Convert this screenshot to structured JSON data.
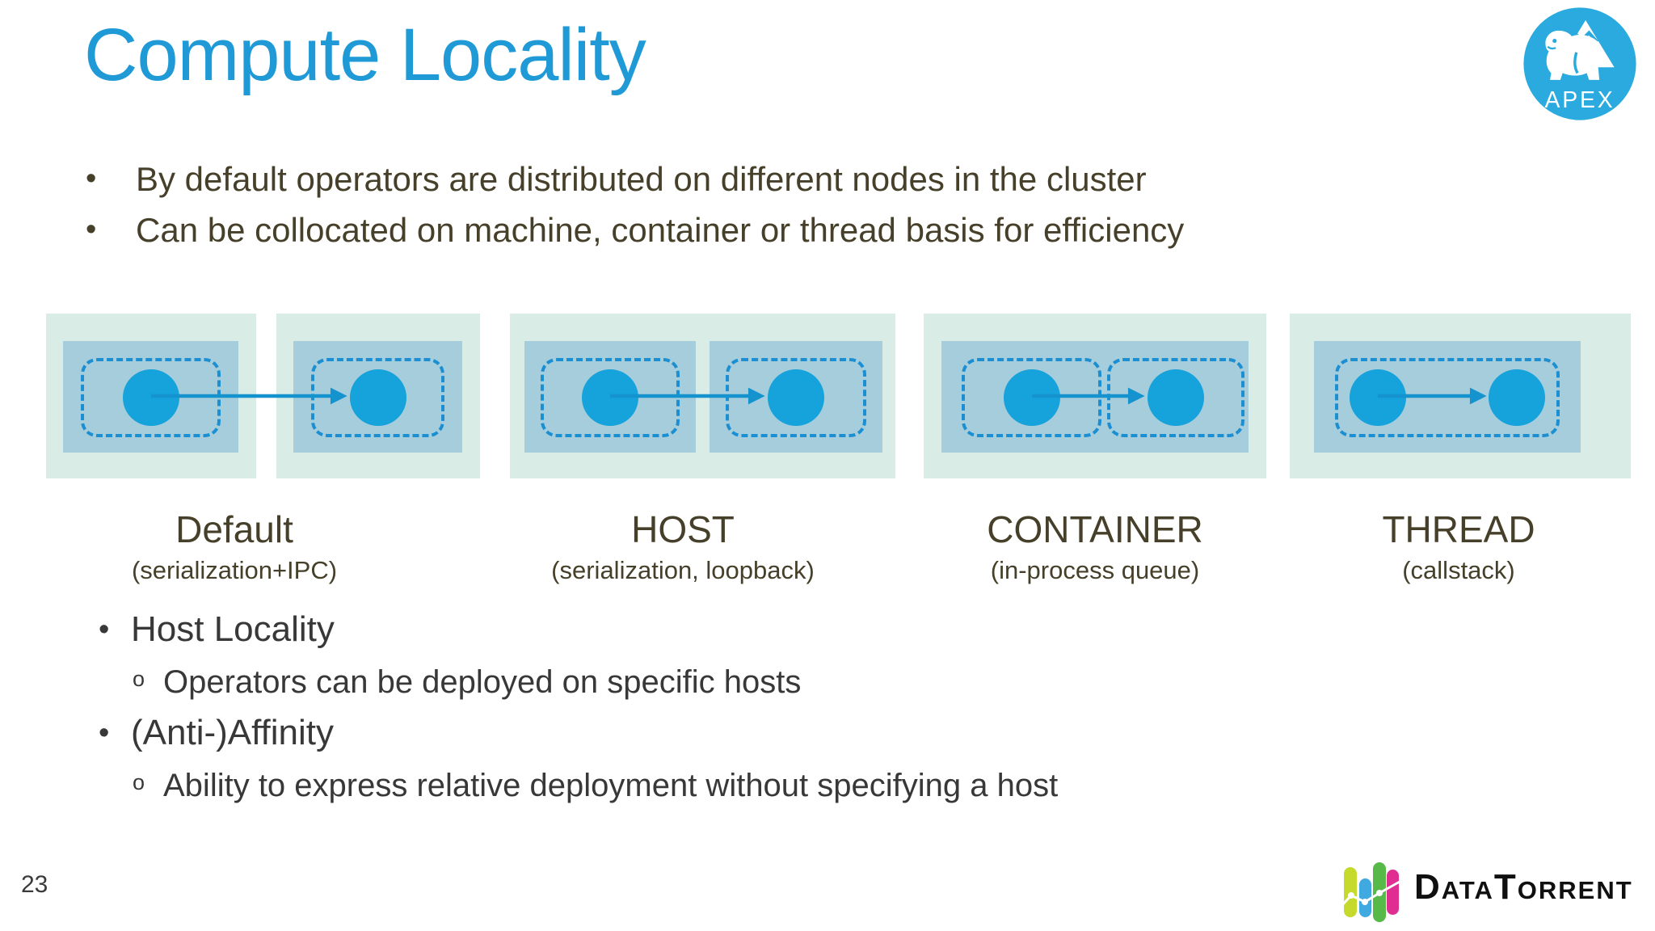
{
  "title": "Compute Locality",
  "apex_badge": {
    "label": "APEX"
  },
  "intro_bullets": [
    "By default operators are distributed on different nodes in the cluster",
    "Can be collocated on machine, container or thread basis for efficiency"
  ],
  "locality_types": [
    {
      "label": "Default",
      "sublabel": "(serialization+IPC)"
    },
    {
      "label": "HOST",
      "sublabel": "(serialization, loopback)"
    },
    {
      "label": "CONTAINER",
      "sublabel": "(in-process queue)"
    },
    {
      "label": "THREAD",
      "sublabel": "(callstack)"
    }
  ],
  "detail_bullets": [
    {
      "heading": "Host Locality",
      "sub": "Operators can be deployed on specific hosts"
    },
    {
      "heading": "(Anti-)Affinity",
      "sub": "Ability to express relative deployment without specifying a host"
    }
  ],
  "page_number": "23",
  "footer_brand": {
    "name": "DataTorrent"
  },
  "colors": {
    "title_blue": "#1F9AD7",
    "node_bg": "#D9ECE6",
    "container_bg": "#A5CDDC",
    "operator_blue": "#16A2DB",
    "dashed_border": "#1C8FD2",
    "arrow_blue": "#1593CE",
    "text_brown": "#46402A",
    "text_dark": "#383838",
    "apex_circle": "#2BAADF",
    "dt_bar_colors": [
      "#C6DA2E",
      "#3FA9E0",
      "#56B948",
      "#DF2D92"
    ]
  }
}
